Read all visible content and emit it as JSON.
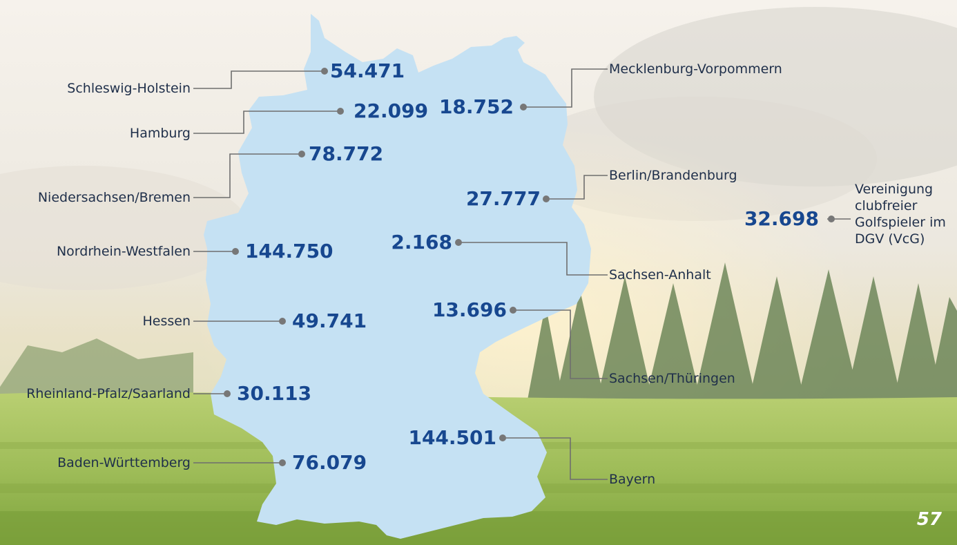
{
  "page_number": "57",
  "colors": {
    "map_fill": "#c5e1f3",
    "value": "#17478f",
    "connector": "#6e6e6e",
    "label": "#1f2f4a"
  },
  "regions": [
    {
      "name": "Schleswig-Holstein",
      "value": "54.471"
    },
    {
      "name": "Hamburg",
      "value": "22.099"
    },
    {
      "name": "Niedersachsen/Bremen",
      "value": "78.772"
    },
    {
      "name": "Nordrhein-Westfalen",
      "value": "144.750"
    },
    {
      "name": "Hessen",
      "value": "49.741"
    },
    {
      "name": "Rheinland-Pfalz/Saarland",
      "value": "30.113"
    },
    {
      "name": "Baden-Württemberg",
      "value": "76.079"
    },
    {
      "name": "Mecklenburg-Vorpommern",
      "value": "18.752"
    },
    {
      "name": "Berlin/Brandenburg",
      "value": "27.777"
    },
    {
      "name": "Sachsen-Anhalt",
      "value": "2.168"
    },
    {
      "name": "Sachsen/Thüringen",
      "value": "13.696"
    },
    {
      "name": "Bayern",
      "value": "144.501"
    }
  ],
  "vcg": {
    "value": "32.698",
    "label": "Vereinigung clubfreier Golfspieler im DGV (VcG)"
  }
}
